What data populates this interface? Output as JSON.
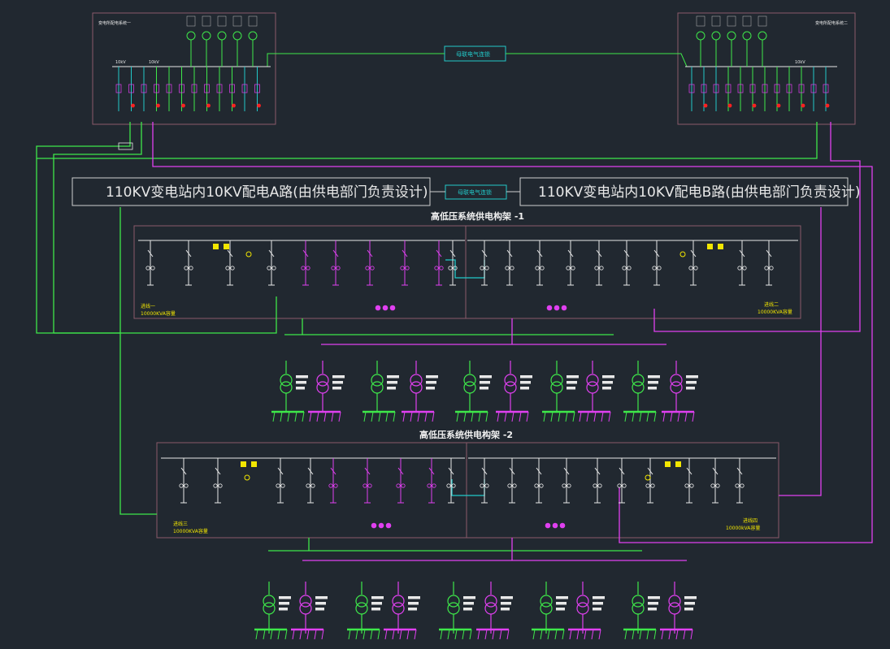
{
  "top_systems": {
    "left_label": "变电所配电系统一",
    "right_label": "变电所配电系统二",
    "bus_label_a": "10kV",
    "bus_label_b": "10kV",
    "bus_label_c": "10kV",
    "tie_label": "母联电气连锁"
  },
  "feeders": {
    "a": "110KV变电站内10KV配电A路(由供电部门负责设计)",
    "b": "110KV变电站内10KV配电B路(由供电部门负责设计)",
    "tie_label": "母联电气连锁"
  },
  "frame1": {
    "title": "高低压系统供电构架 -1",
    "inlet_left_name": "进线一",
    "inlet_left_cap": "10000KVA容量",
    "inlet_right_name": "进线二",
    "inlet_right_cap": "10000KVA容量"
  },
  "frame2": {
    "title": "高低压系统供电构架 -2",
    "inlet_left_name": "进线三",
    "inlet_left_cap": "10000KVA容量",
    "inlet_right_name": "进线四",
    "inlet_right_cap": "10000kVA容量"
  },
  "colors": {
    "background": "#212830",
    "green": "#3ee84a",
    "magenta": "#e040f0",
    "cyan": "#22c9c9",
    "white": "#e8e8e8",
    "yellow": "#f2e600",
    "frame": "#8a5a6a",
    "red": "#ff2020"
  }
}
